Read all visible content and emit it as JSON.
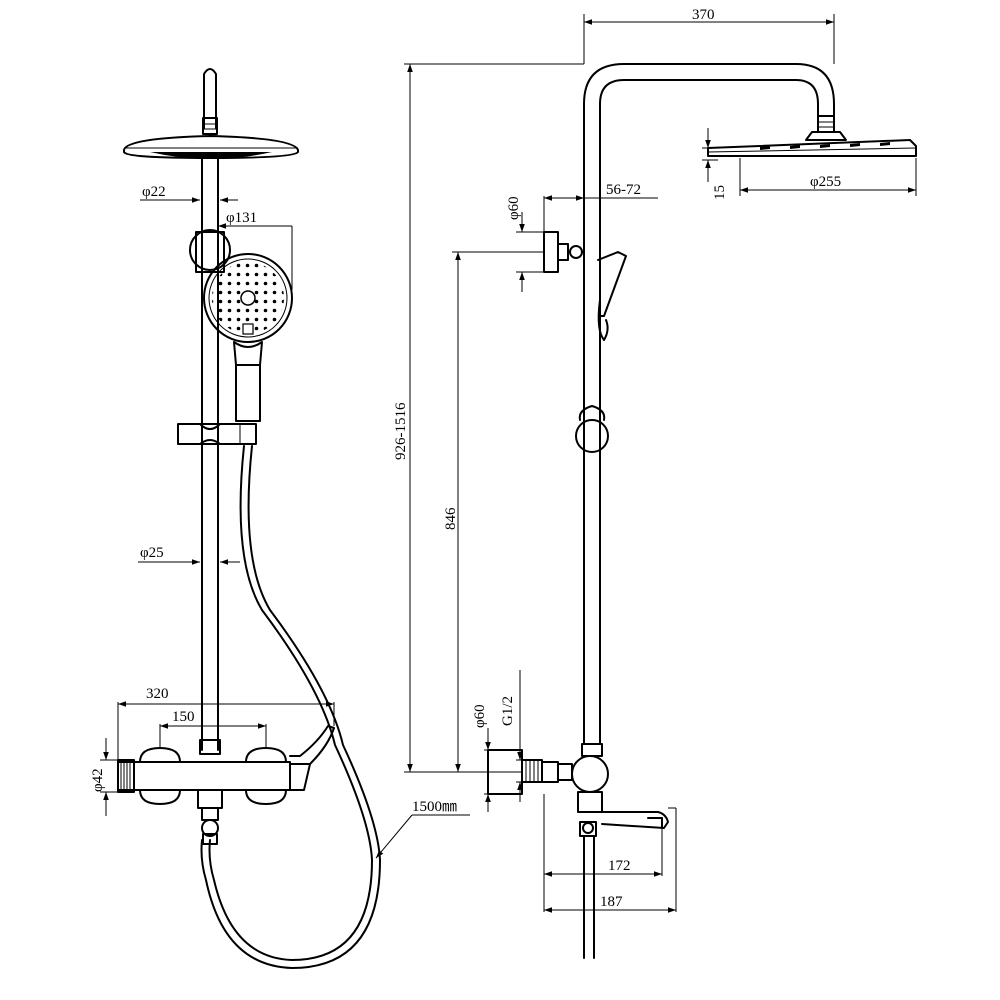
{
  "dimensions": {
    "front_view": {
      "top_inlet_diameter": "φ22",
      "hand_shower_diameter": "φ131",
      "riser_pipe_diameter": "φ25",
      "mixer_width": "320",
      "inlet_centers": "150",
      "inlet_diameter": "φ42",
      "hose_length": "1500㎜"
    },
    "side_view": {
      "arm_reach": "370",
      "head_diameter": "φ255",
      "head_thickness": "15",
      "bracket_diameter": "φ60",
      "wall_distance": "56-72",
      "total_height": "926-1516",
      "bracket_to_inlet": "846",
      "escutcheon_diameter": "φ60",
      "thread": "G1/2",
      "spout_length_1": "172",
      "spout_length_2": "187"
    }
  }
}
